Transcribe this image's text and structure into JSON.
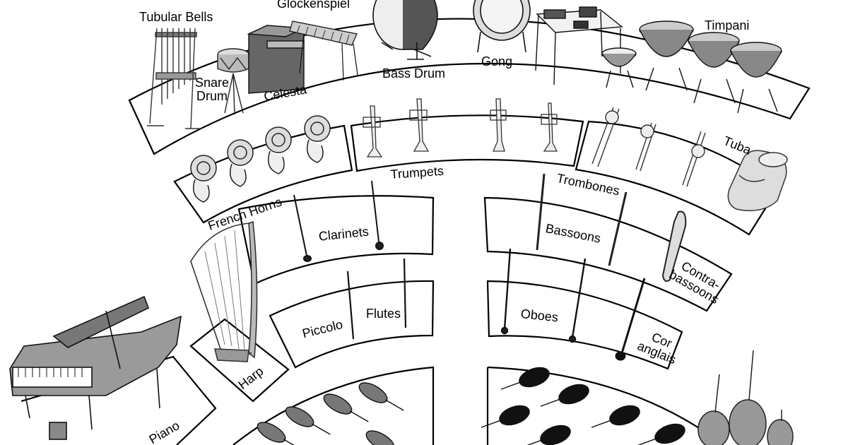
{
  "colors": {
    "background": "#ffffff",
    "outline": "#000000",
    "instrument_fill": "#8a8a8a",
    "instrument_dark": "#2b2b2b",
    "instrument_light": "#d6d6d6",
    "brass": "#e6e6e6"
  },
  "icons": [
    "tubular-bells-icon",
    "snare-drum-icon",
    "celesta-icon",
    "glockenspiel-icon",
    "bass-drum-icon",
    "gong-icon",
    "xylophone-table-icon",
    "timpani-icon",
    "french-horn-icon",
    "trumpet-icon",
    "trombone-icon",
    "tuba-icon",
    "clarinet-icon",
    "bassoon-icon",
    "contrabassoon-icon",
    "harp-icon",
    "piccolo-icon",
    "flute-icon",
    "oboe-icon",
    "cor-anglais-icon",
    "piano-icon",
    "violin-icon",
    "cello-icon",
    "double-bass-icon"
  ],
  "labels": {
    "tubular_bells": "Tubular Bells",
    "glockenspiel": "Glockenspiel",
    "snare_drum": "Snare Drum",
    "celesta": "Celesta",
    "bass_drum": "Bass Drum",
    "gong": "Gong",
    "timpani": "Timpani",
    "french_horns": "French Horns",
    "trumpets": "Trumpets",
    "trombones": "Trombones",
    "tuba": "Tuba",
    "clarinets": "Clarinets",
    "bassoons": "Bassoons",
    "contrabassoons": "Contra- bassoons",
    "harp": "Harp",
    "piccolo": "Piccolo",
    "flutes": "Flutes",
    "oboes": "Oboes",
    "cor_anglais": "Cor anglais",
    "piano": "Piano"
  }
}
